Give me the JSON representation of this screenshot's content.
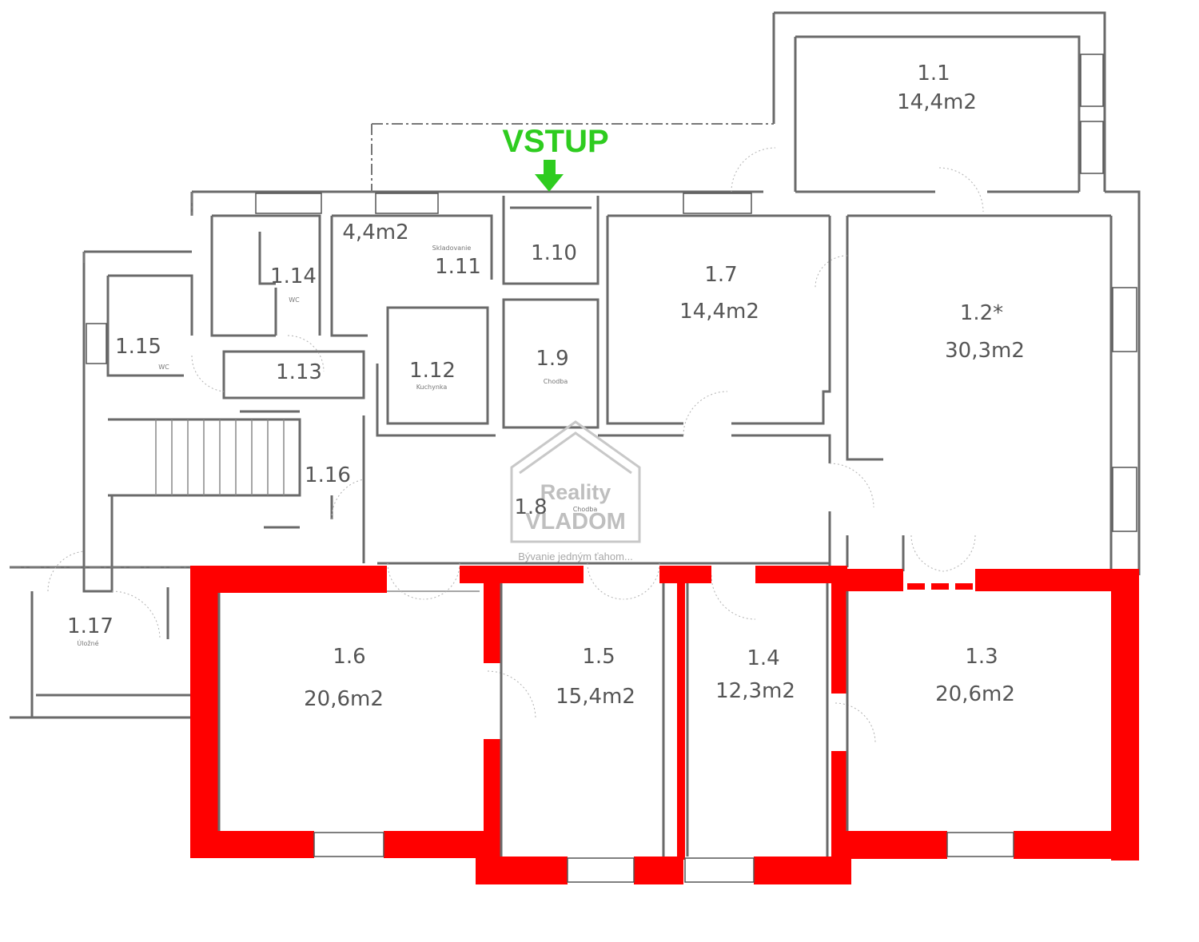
{
  "entrance": {
    "label": "VSTUP",
    "color": "#2ecc1f",
    "icon": "arrow-down-icon"
  },
  "watermark": {
    "line1": "Reality",
    "line2": "VLADOM",
    "tagline": "Bývanie jedným ťahom...",
    "icon": "house-outline-icon"
  },
  "highlight_color": "#ff0000",
  "rooms": {
    "r1_1": {
      "number": "1.1",
      "area": "14,4m2"
    },
    "r1_2": {
      "number": "1.2*",
      "area": "30,3m2"
    },
    "r1_3": {
      "number": "1.3",
      "area": "20,6m2"
    },
    "r1_4": {
      "number": "1.4",
      "area": "12,3m2"
    },
    "r1_5": {
      "number": "1.5",
      "area": "15,4m2"
    },
    "r1_6": {
      "number": "1.6",
      "area": "20,6m2"
    },
    "r1_7": {
      "number": "1.7",
      "area": "14,4m2"
    },
    "r1_8": {
      "number": "1.8",
      "sub": "Chodba"
    },
    "r1_9": {
      "number": "1.9",
      "sub": "Chodba"
    },
    "r1_10": {
      "number": "1.10"
    },
    "r1_11": {
      "number": "1.11",
      "area": "4,4m2",
      "sub": "Skladovanie"
    },
    "r1_12": {
      "number": "1.12",
      "sub": "Kuchynka"
    },
    "r1_13": {
      "number": "1.13"
    },
    "r1_14": {
      "number": "1.14",
      "sub": "WC"
    },
    "r1_15": {
      "number": "1.15",
      "sub": "WC"
    },
    "r1_16": {
      "number": "1.16"
    },
    "r1_17": {
      "number": "1.17",
      "sub": "Úložné"
    }
  }
}
